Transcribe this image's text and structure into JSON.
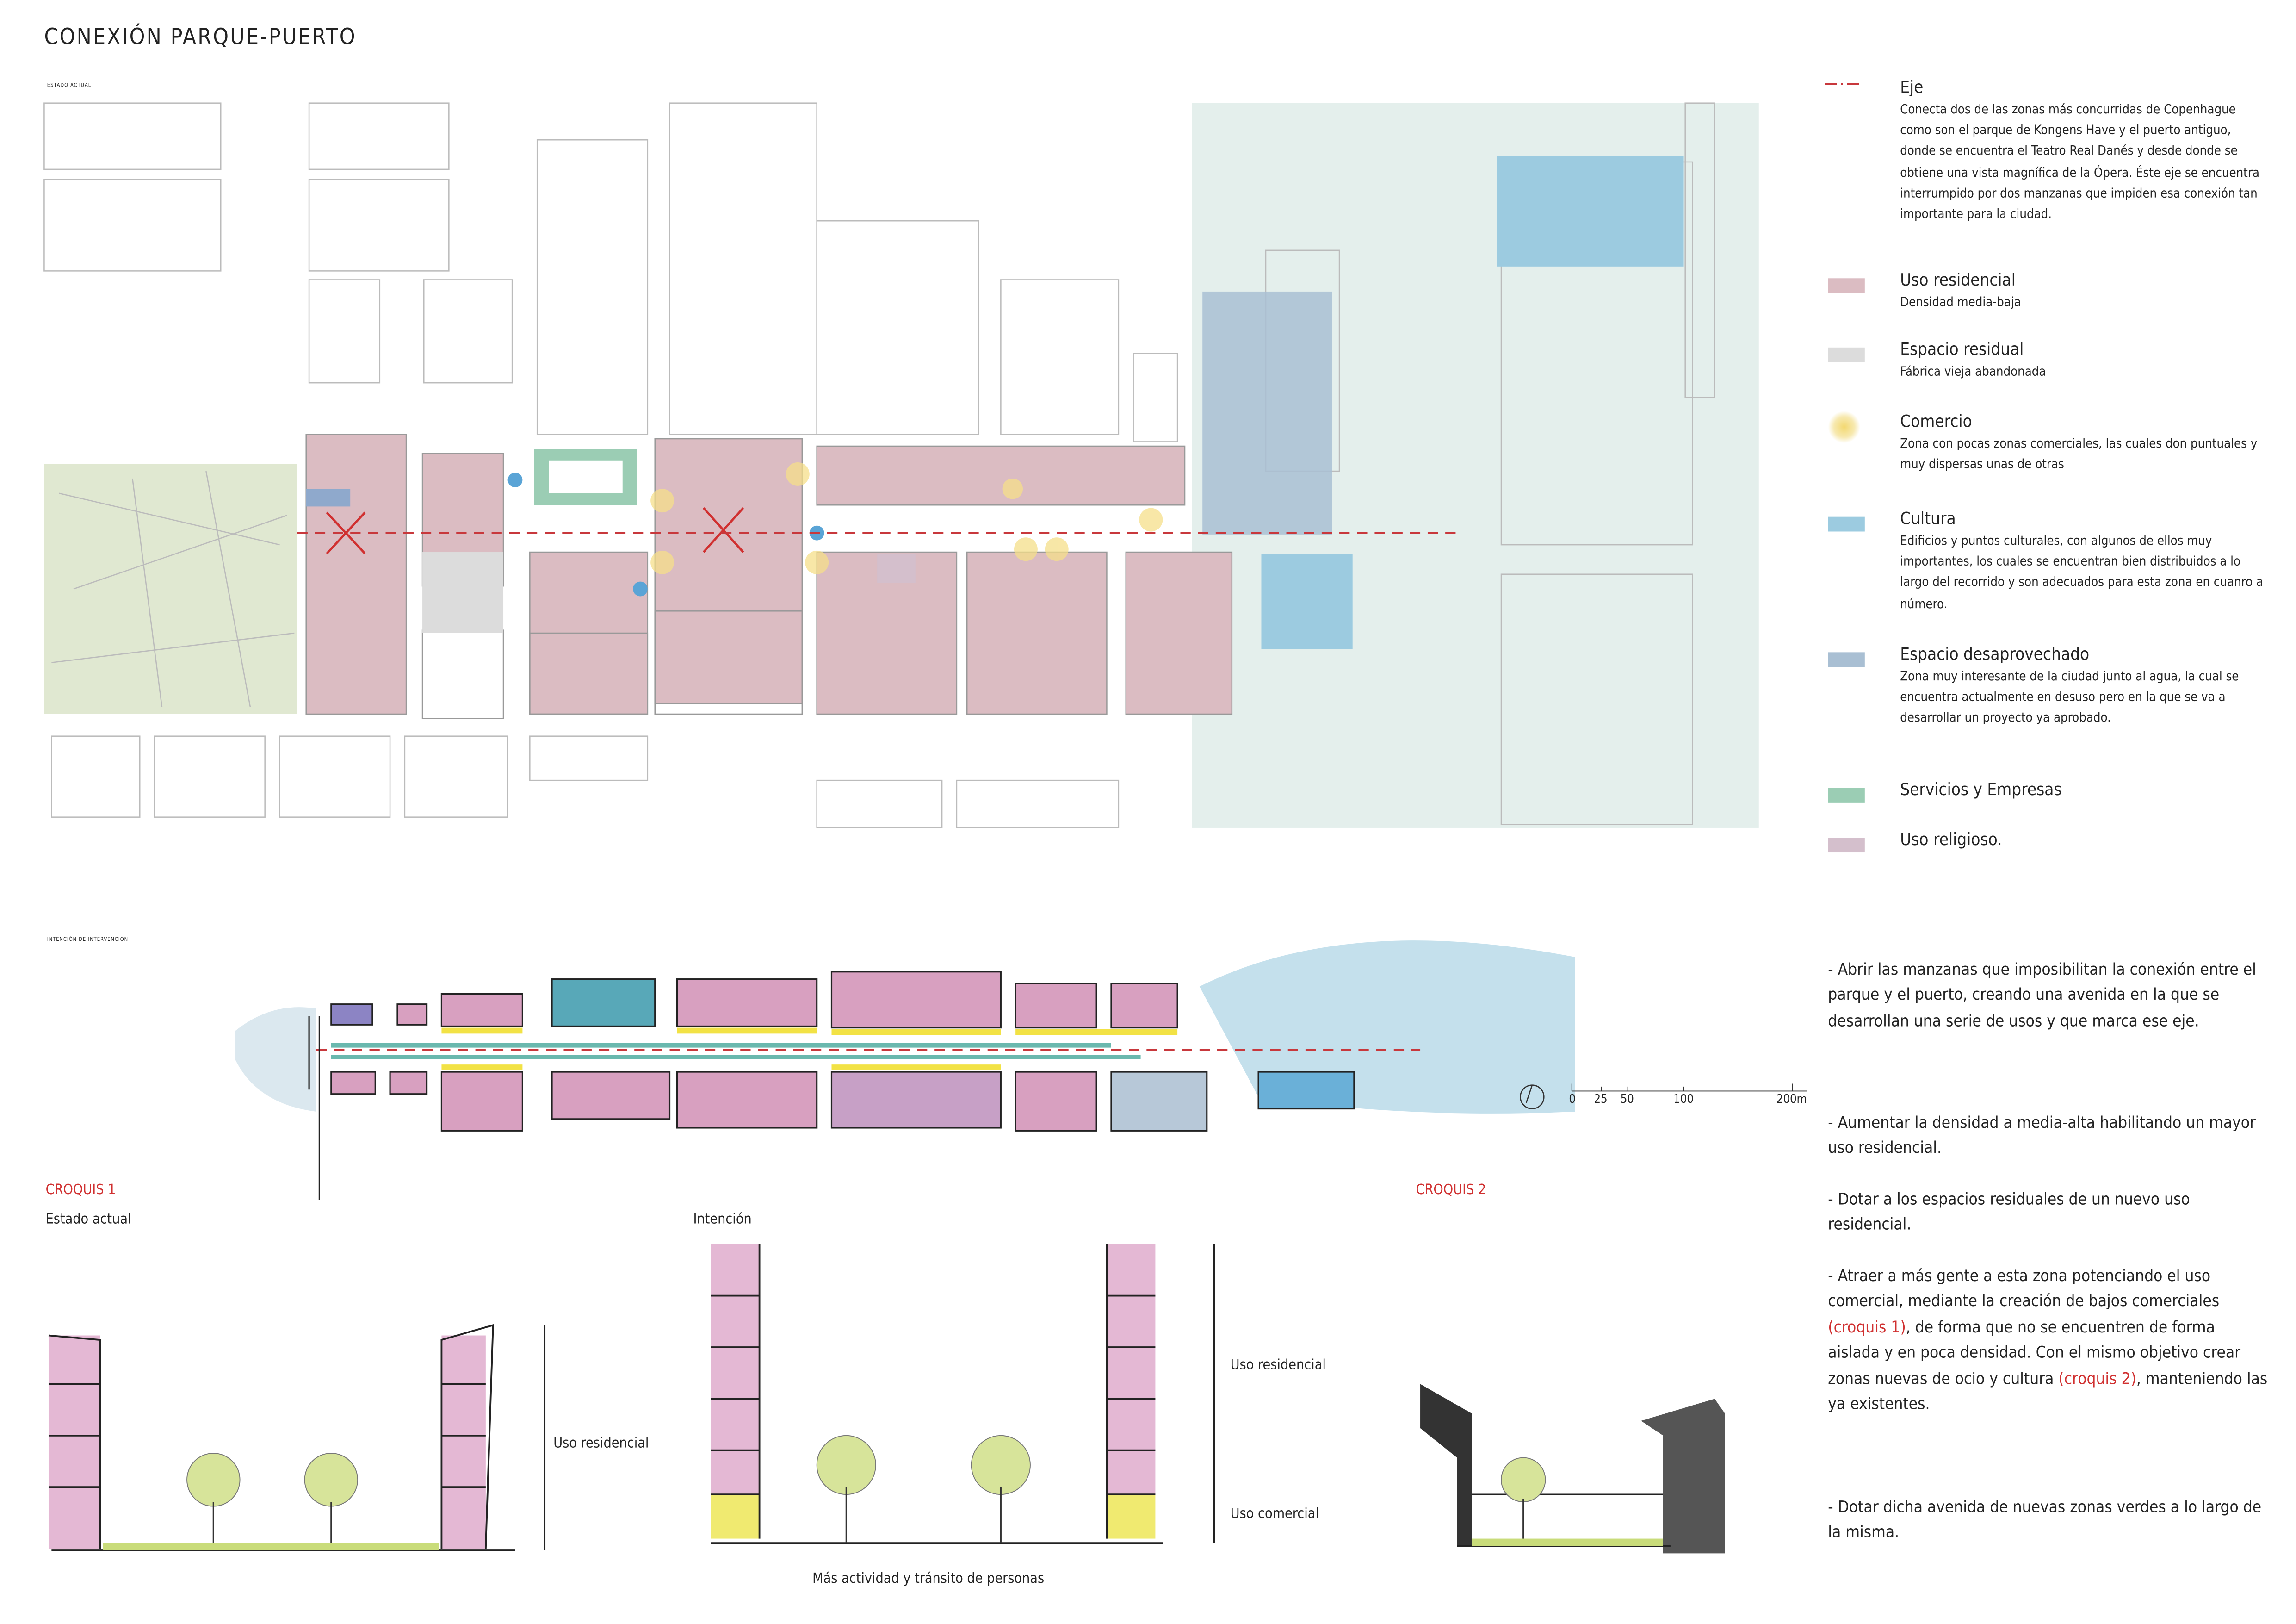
{
  "title": "CONEXIÓN PARQUE-PUERTO",
  "map_label": "ESTADO ACTUAL",
  "intervention_label": "INTENCIÓN DE INTERVENCIÓN",
  "legend": [
    {
      "name": "Eje",
      "desc": "Conecta dos de las zonas más concurridas de Copenhague como son el parque de Kongens Have y el puerto antiguo, donde se encuentra el Teatro Real Danés y desde donde se obtiene una vista magnífica de la Ópera. Éste eje se encuentra interrumpido por dos manzanas que impiden esa conexión tan importante para la ciudad.",
      "color": "#c8383c"
    },
    {
      "name": "Uso residencial",
      "desc": "Densidad media-baja",
      "color": "#dbbcc2"
    },
    {
      "name": "Espacio residual",
      "desc": "Fábrica vieja abandonada",
      "color": "#dcdcdc"
    },
    {
      "name": "Comercio",
      "desc": "Zona con pocas zonas comerciales, las cuales don puntuales y muy dispersas unas de otras",
      "color": "#f5df8a"
    },
    {
      "name": "Cultura",
      "desc": "Edificios y puntos culturales, con algunos de ellos muy importantes, los cuales se encuentran bien distribuidos a lo largo del recorrido y son adecuados para esta zona en cuanro a número.",
      "color": "#9ccbe0"
    },
    {
      "name": "Espacio desaprovechado",
      "desc": "Zona muy interesante de la ciudad junto al agua, la cual se encuentra actualmente en desuso pero en la que se va a desarrollar un proyecto ya aprobado.",
      "color": "#a9bfd3"
    },
    {
      "name": "Servicios y Empresas",
      "desc": "",
      "color": "#9bcdb4"
    },
    {
      "name": "Uso religioso.",
      "desc": "",
      "color": "#d4bfcc"
    }
  ],
  "scale_bar": {
    "ticks": [
      "0",
      "25",
      "50",
      "100",
      "200m"
    ]
  },
  "croquis1": {
    "title": "CROQUIS 1",
    "state_label": "Estado actual",
    "intent_label": "Intención",
    "uso_residencial": "Uso residencial",
    "uso_residencial_2": "Uso residencial",
    "uso_comercial": "Uso comercial",
    "caption": "Más actividad y tránsito de personas"
  },
  "croquis2": {
    "title": "CROQUIS 2"
  },
  "bullets": [
    [
      {
        "t": "- Abrir las manzanas que imposibilitan la conexión entre el parque y el puerto, creando una avenida en la que se desarrollan una serie de usos y que marca ese eje."
      }
    ],
    [
      {
        "t": "- Aumentar la densidad a media-alta habilitando un mayor uso residencial."
      }
    ],
    [
      {
        "t": "- Dotar a los espacios residuales de un nuevo uso residencial."
      }
    ],
    [
      {
        "t": "- Atraer a más gente a esta zona potenciando el uso comercial, mediante la creación de bajos comerciales "
      },
      {
        "t": "(croquis 1)",
        "red": true
      },
      {
        "t": ", de forma que no se encuentren de forma aislada y en poca densidad. Con el mismo objetivo crear zonas nuevas de ocio y cultura "
      },
      {
        "t": "(croquis 2)",
        "red": true
      },
      {
        "t": ", manteniendo las ya existentes."
      }
    ],
    [
      {
        "t": "- Dotar dicha avenida de nuevas zonas verdes a lo largo de la misma."
      }
    ]
  ]
}
